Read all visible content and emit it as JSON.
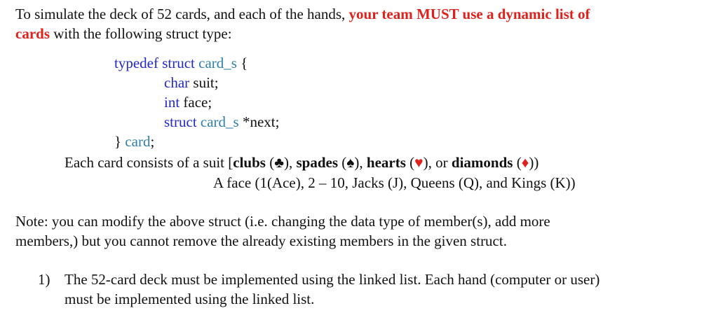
{
  "intro": {
    "part1": "To simulate the deck of 52 cards, and each of the hands, ",
    "emphasis_line1": "your team MUST use a dynamic list of",
    "emphasis_line2": "cards",
    "part2": " with the following struct type:"
  },
  "code": {
    "line1_kw": "typedef struct ",
    "line1_type": "card_s",
    "line1_rest": " {",
    "line2_kw": "char",
    "line2_rest": " suit;",
    "line3_kw": "int",
    "line3_rest": " face;",
    "line4_kw": "struct ",
    "line4_type": "card_s",
    "line4_rest": " *next;",
    "line5_brace": "} ",
    "line5_type": "card",
    "line5_rest": ";"
  },
  "suits": {
    "prefix": "Each card consists of a suit [",
    "clubs": "clubs",
    "clubs_sym": "♣",
    "sep1": "), ",
    "spades": "spades",
    "spades_sym": "♠",
    "sep2": "), ",
    "hearts": "hearts",
    "hearts_sym": "♥",
    "sep3": "), or ",
    "diamonds": "diamonds",
    "diamonds_sym": "♦",
    "suffix": "))",
    "open_paren": " ("
  },
  "face_line": "A face (1(Ace), 2 – 10, Jacks (J), Queens (Q), and Kings (K))",
  "note": {
    "line1": "Note:  you can modify the above struct (i.e. changing the data type of member(s), add more",
    "line2": "members,) but you cannot remove the already existing members in the given struct."
  },
  "list_item": {
    "number": "1)",
    "line1": "The 52-card deck must be implemented using the linked list. Each hand (computer or user)",
    "line2": "must be implemented using the linked list."
  },
  "colors": {
    "emphasis": "#e0211b",
    "keyword": "#2328c8",
    "type_name": "#2f7fa8"
  }
}
